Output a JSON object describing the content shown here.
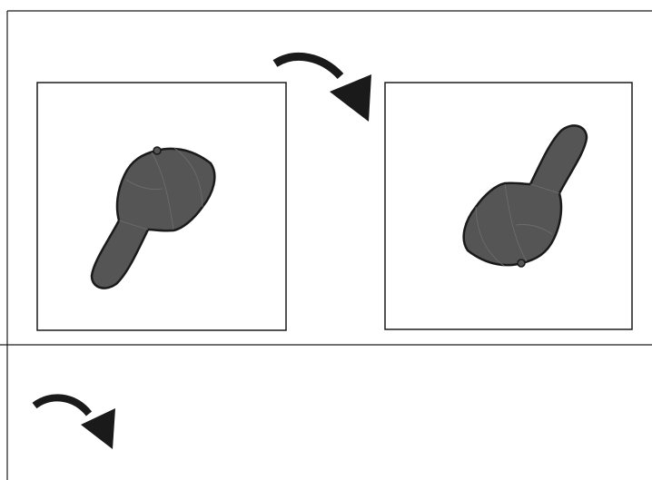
{
  "figure": {
    "panels": [
      {
        "id": "top-panel",
        "arrow_icon": "curved-arrow-clockwise",
        "frames": [
          {
            "id": "left-frame",
            "content_icon": "baseball-cap-icon"
          },
          {
            "id": "right-frame",
            "content_icon": "baseball-cap-icon"
          }
        ]
      },
      {
        "id": "bottom-panel",
        "arrow_icon": "curved-arrow-clockwise"
      }
    ],
    "colors": {
      "line": "#1a1a1a",
      "cap_fill": "#555555",
      "cap_seam": "#6e6e6e",
      "background": "#ffffff"
    }
  }
}
